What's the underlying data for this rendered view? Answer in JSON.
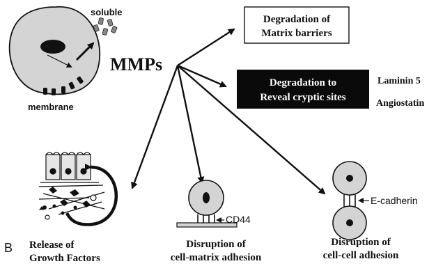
{
  "panel_label": "B",
  "center": {
    "label": "MMPs"
  },
  "cell": {
    "soluble_label": "soluble",
    "membrane_label": "membrane"
  },
  "outcomes": {
    "matrix_barriers": {
      "line1": "Degradation of",
      "line2": "Matrix barriers"
    },
    "cryptic_sites": {
      "line1": "Degradation to",
      "line2": "Reveal cryptic sites",
      "examples": [
        "Laminin 5",
        "Angiostatin"
      ]
    },
    "growth_factors": {
      "line1": "Release of",
      "line2": "Growth Factors"
    },
    "cell_matrix": {
      "line1": "Disruption of",
      "line2": "cell-matrix adhesion",
      "marker": "CD44"
    },
    "cell_cell": {
      "line1": "Disruption of",
      "line2": "cell-cell adhesion",
      "marker": "E-cadherin"
    }
  },
  "colors": {
    "ink": "#111111",
    "cell_fill": "#d4d4d4",
    "box_dark": "#0a0a0a",
    "box_dark_text": "#ffffff"
  }
}
